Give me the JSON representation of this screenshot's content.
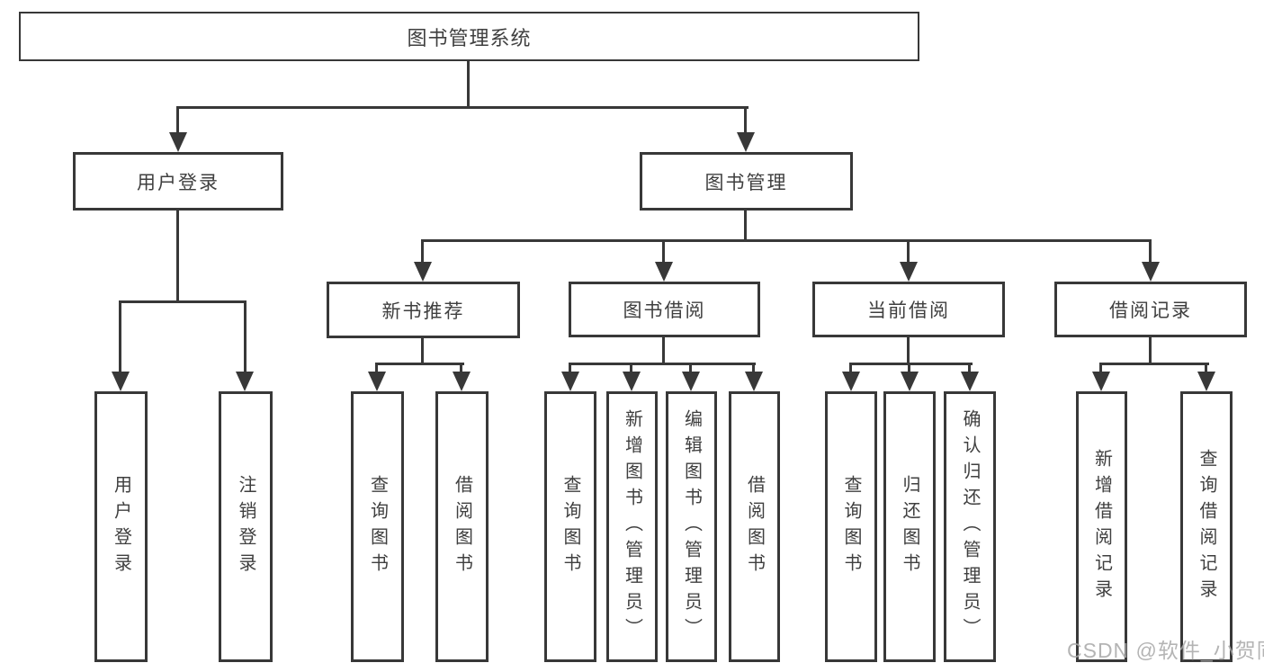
{
  "nodes": {
    "root": {
      "label": "图书管理系统"
    },
    "level2": [
      {
        "label": "用户登录"
      },
      {
        "label": "图书管理"
      }
    ],
    "level3": [
      {
        "label": "新书推荐"
      },
      {
        "label": "图书借阅"
      },
      {
        "label": "当前借阅"
      },
      {
        "label": "借阅记录"
      }
    ],
    "leaves": [
      {
        "label": "用户登录"
      },
      {
        "label": "注销登录"
      },
      {
        "label": "查询图书"
      },
      {
        "label": "借阅图书"
      },
      {
        "label": "查询图书"
      },
      {
        "label": "新增图书（管理员）"
      },
      {
        "label": "编辑图书（管理员）"
      },
      {
        "label": "借阅图书"
      },
      {
        "label": "查询图书"
      },
      {
        "label": "归还图书"
      },
      {
        "label": "确认归还（管理员）"
      },
      {
        "label": "新增借阅记录"
      },
      {
        "label": "查询借阅记录"
      }
    ]
  },
  "watermark": "CSDN @软件_小贺同学",
  "colors": {
    "line": "#383838",
    "text": "#3f3f3f",
    "watermark": "#a8a8a8",
    "background": "#ffffff"
  }
}
